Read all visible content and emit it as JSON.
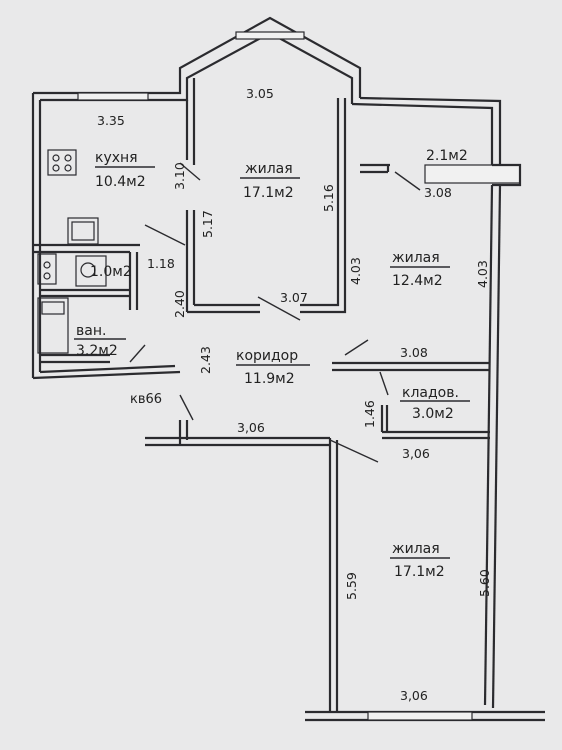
{
  "apartment_label": "кв66",
  "rooms": {
    "kitchen": {
      "name": "кухня",
      "area": "10.4м2"
    },
    "living1": {
      "name": "жилая",
      "area": "17.1м2"
    },
    "living2": {
      "name": "жилая",
      "area": "12.4м2"
    },
    "living3": {
      "name": "жилая",
      "area": "17.1м2"
    },
    "balcony": {
      "area": "2.1м2"
    },
    "wc": {
      "area": "1.0м2"
    },
    "bath": {
      "name": "ван.",
      "area": "3.2м2"
    },
    "corridor": {
      "name": "коридор",
      "area": "11.9м2"
    },
    "storage": {
      "name": "кладов.",
      "area": "3.0м2"
    }
  },
  "dimensions": {
    "top_living_width": "3.05",
    "kitchen_width": "3.35",
    "kitchen_right_side": "3.10",
    "living1_left_side": "5.17",
    "living1_right_side": "5.16",
    "living1_bottom": "3.07",
    "wc_right": "1.18",
    "wc_lower_side": "2.40",
    "balcony_width": "3.08",
    "living2_left_side": "4.03",
    "living2_right_side": "4.03",
    "living2_bottom": "3.08",
    "corridor_left": "2.43",
    "storage_side": "1.46",
    "lower_top_left": "3,06",
    "lower_top_right": "3,06",
    "living3_left_side": "5.59",
    "living3_right_side": "5.60",
    "living3_bottom": "3,06"
  }
}
